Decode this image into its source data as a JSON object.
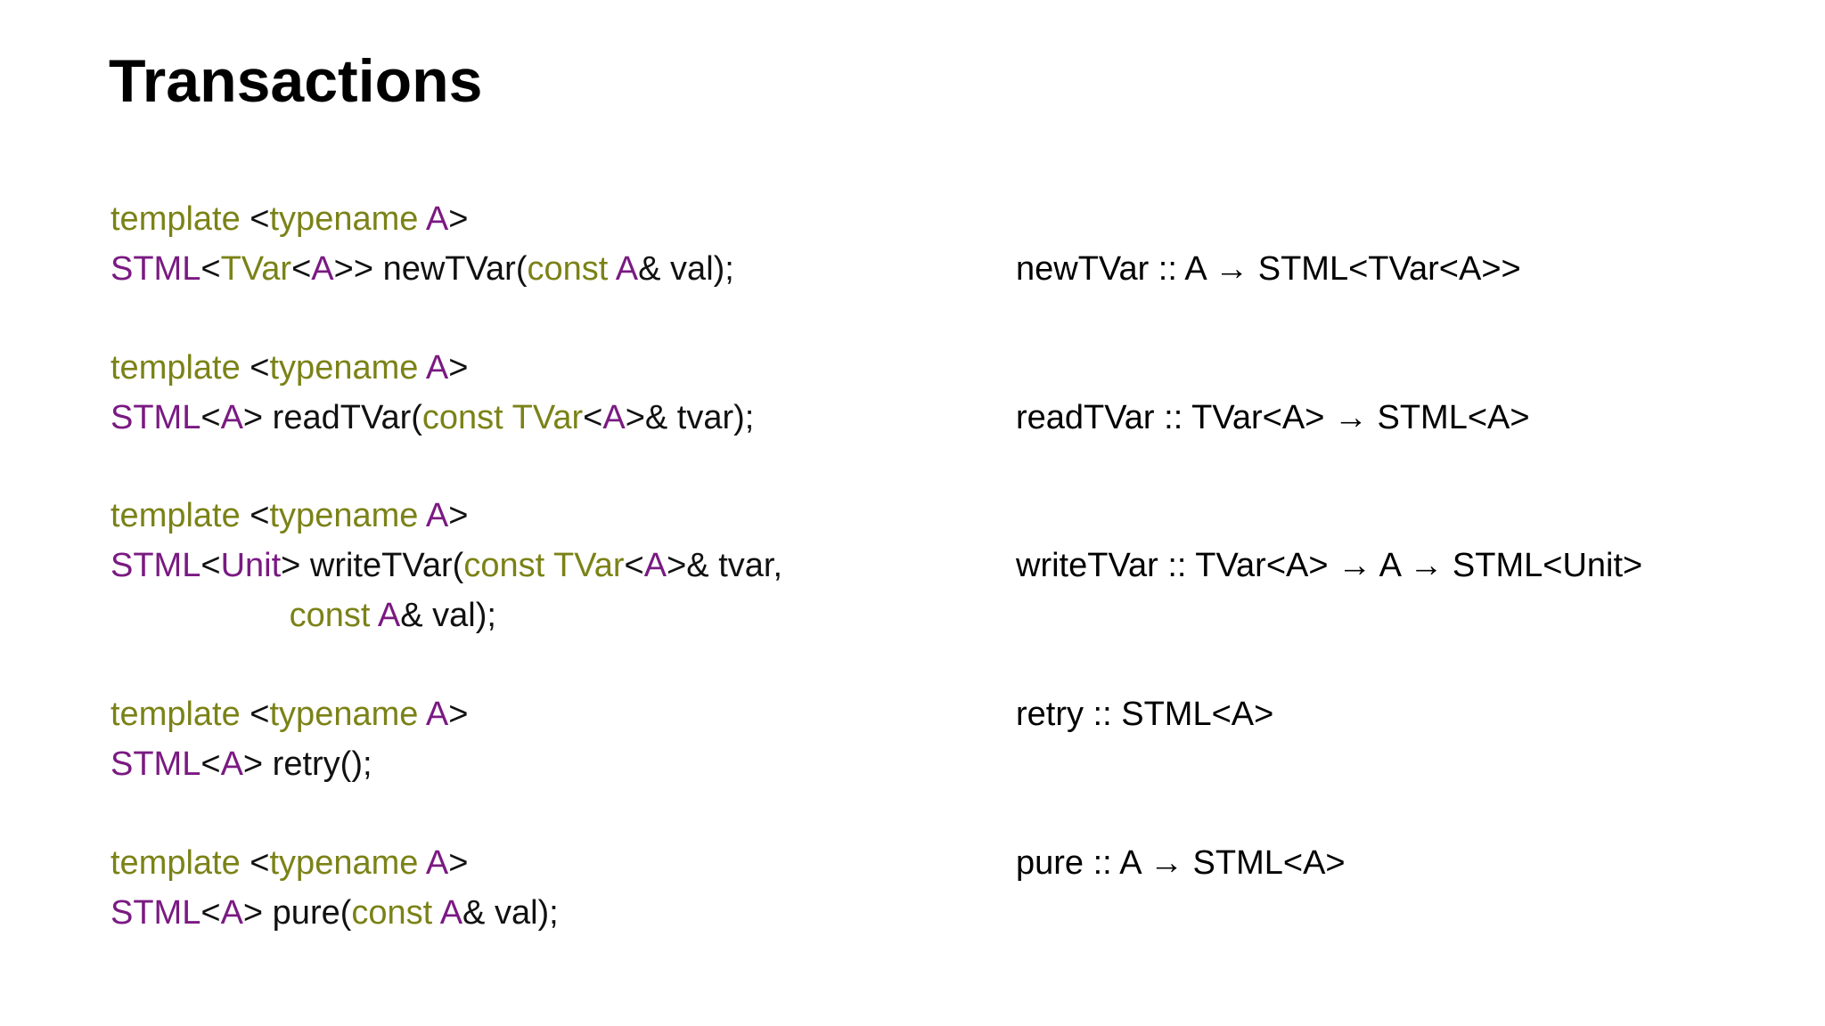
{
  "slide": {
    "title": "Transactions"
  },
  "colors": {
    "keyword": "#7b8217",
    "type": "#7a1a82",
    "plain": "#111111",
    "background": "#ffffff"
  },
  "blocks": [
    {
      "name": "newTVar",
      "signature": "newTVar :: A → STML<TVar<A>>",
      "code_lines": [
        [
          {
            "t": "template",
            "c": "kw"
          },
          {
            "t": " <",
            "c": "pl"
          },
          {
            "t": "typename",
            "c": "kw"
          },
          {
            "t": " ",
            "c": "pl"
          },
          {
            "t": "A",
            "c": "ty"
          },
          {
            "t": ">",
            "c": "pl"
          }
        ],
        [
          {
            "t": "STML",
            "c": "ty"
          },
          {
            "t": "<",
            "c": "pl"
          },
          {
            "t": "TVar",
            "c": "kw"
          },
          {
            "t": "<",
            "c": "pl"
          },
          {
            "t": "A",
            "c": "ty"
          },
          {
            "t": ">> newTVar(",
            "c": "pl"
          },
          {
            "t": "const",
            "c": "kw"
          },
          {
            "t": " ",
            "c": "pl"
          },
          {
            "t": "A",
            "c": "ty"
          },
          {
            "t": "& val);",
            "c": "pl"
          }
        ]
      ]
    },
    {
      "name": "readTVar",
      "signature": "readTVar :: TVar<A> → STML<A>",
      "code_lines": [
        [
          {
            "t": "template",
            "c": "kw"
          },
          {
            "t": " <",
            "c": "pl"
          },
          {
            "t": "typename",
            "c": "kw"
          },
          {
            "t": " ",
            "c": "pl"
          },
          {
            "t": "A",
            "c": "ty"
          },
          {
            "t": ">",
            "c": "pl"
          }
        ],
        [
          {
            "t": "STML",
            "c": "ty"
          },
          {
            "t": "<",
            "c": "pl"
          },
          {
            "t": "A",
            "c": "ty"
          },
          {
            "t": "> readTVar(",
            "c": "pl"
          },
          {
            "t": "const",
            "c": "kw"
          },
          {
            "t": " ",
            "c": "pl"
          },
          {
            "t": "TVar",
            "c": "kw"
          },
          {
            "t": "<",
            "c": "pl"
          },
          {
            "t": "A",
            "c": "ty"
          },
          {
            "t": ">& tvar);",
            "c": "pl"
          }
        ]
      ]
    },
    {
      "name": "writeTVar",
      "signature": "writeTVar :: TVar<A> → A → STML<Unit>",
      "code_lines": [
        [
          {
            "t": "template",
            "c": "kw"
          },
          {
            "t": " <",
            "c": "pl"
          },
          {
            "t": "typename",
            "c": "kw"
          },
          {
            "t": " ",
            "c": "pl"
          },
          {
            "t": "A",
            "c": "ty"
          },
          {
            "t": ">",
            "c": "pl"
          }
        ],
        [
          {
            "t": "STML",
            "c": "ty"
          },
          {
            "t": "<",
            "c": "pl"
          },
          {
            "t": "Unit",
            "c": "ty"
          },
          {
            "t": "> writeTVar(",
            "c": "pl"
          },
          {
            "t": "const",
            "c": "kw"
          },
          {
            "t": " ",
            "c": "pl"
          },
          {
            "t": "TVar",
            "c": "kw"
          },
          {
            "t": "<",
            "c": "pl"
          },
          {
            "t": "A",
            "c": "ty"
          },
          {
            "t": ">& tvar,",
            "c": "pl"
          }
        ],
        [
          {
            "t": "                   ",
            "c": "pl"
          },
          {
            "t": "const",
            "c": "kw"
          },
          {
            "t": " ",
            "c": "pl"
          },
          {
            "t": "A",
            "c": "ty"
          },
          {
            "t": "& val);",
            "c": "pl"
          }
        ]
      ]
    },
    {
      "name": "retry",
      "signature": "retry :: STML<A>",
      "code_lines": [
        [
          {
            "t": "template",
            "c": "kw"
          },
          {
            "t": " <",
            "c": "pl"
          },
          {
            "t": "typename",
            "c": "kw"
          },
          {
            "t": " ",
            "c": "pl"
          },
          {
            "t": "A",
            "c": "ty"
          },
          {
            "t": ">",
            "c": "pl"
          }
        ],
        [
          {
            "t": "STML",
            "c": "ty"
          },
          {
            "t": "<",
            "c": "pl"
          },
          {
            "t": "A",
            "c": "ty"
          },
          {
            "t": "> retry();",
            "c": "pl"
          }
        ]
      ]
    },
    {
      "name": "pure",
      "signature": "pure :: A → STML<A>",
      "code_lines": [
        [
          {
            "t": "template",
            "c": "kw"
          },
          {
            "t": " <",
            "c": "pl"
          },
          {
            "t": "typename",
            "c": "kw"
          },
          {
            "t": " ",
            "c": "pl"
          },
          {
            "t": "A",
            "c": "ty"
          },
          {
            "t": ">",
            "c": "pl"
          }
        ],
        [
          {
            "t": "STML",
            "c": "ty"
          },
          {
            "t": "<",
            "c": "pl"
          },
          {
            "t": "A",
            "c": "ty"
          },
          {
            "t": "> pure(",
            "c": "pl"
          },
          {
            "t": "const",
            "c": "kw"
          },
          {
            "t": " ",
            "c": "pl"
          },
          {
            "t": "A",
            "c": "ty"
          },
          {
            "t": "& val);",
            "c": "pl"
          }
        ]
      ]
    }
  ]
}
